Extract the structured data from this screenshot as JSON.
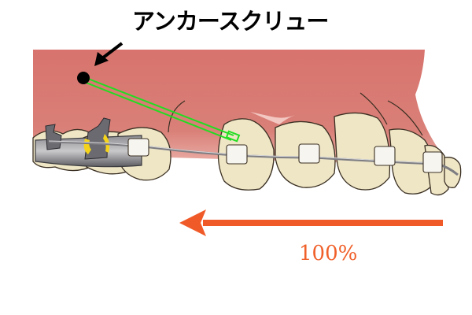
{
  "diagram": {
    "title_label": "アンカースクリュー",
    "force_label": "100%",
    "colors": {
      "gum": "#d97a74",
      "gum_light": "#e9a7a0",
      "tooth": "#efe6c6",
      "tooth_outline": "#3a2f22",
      "elastic": "#22dd22",
      "arrow": "#f05a28",
      "metal": "#6e6e72",
      "yellow": "#f5d31a"
    },
    "elements": {
      "anchor_screw": "anchor-screw",
      "elastic_chain": "elastic-chain",
      "archwire": "archwire",
      "brackets": 5,
      "molar_band": "molar-band"
    }
  }
}
